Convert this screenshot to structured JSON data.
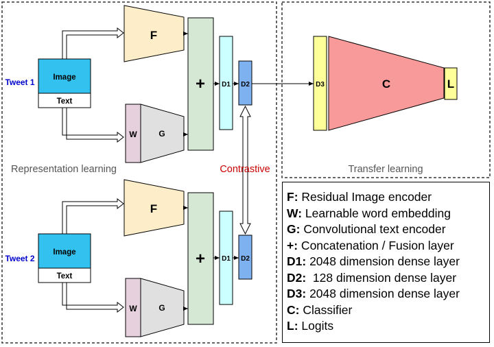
{
  "panels": {
    "representation": "Representation learning",
    "transfer": "Transfer learning"
  },
  "branches": [
    {
      "tweet": "Tweet 1",
      "image": "Image",
      "text": "Text",
      "f": "F",
      "w": "W",
      "g": "G",
      "plus": "+",
      "d1": "D1",
      "d2": "D2"
    },
    {
      "tweet": "Tweet 2",
      "image": "Image",
      "text": "Text",
      "f": "F",
      "w": "W",
      "g": "G",
      "plus": "+",
      "d1": "D1",
      "d2": "D2"
    }
  ],
  "contrastive": "Contrastive",
  "transfer_blocks": {
    "d3": "D3",
    "c": "C",
    "l": "L"
  },
  "legend": [
    {
      "key": "F:",
      "desc": " Residual Image encoder"
    },
    {
      "key": "W:",
      "desc": " Learnable word embedding"
    },
    {
      "key": "G:",
      "desc": " Convolutional text encoder"
    },
    {
      "key": "+:",
      "desc": " Concatenation / Fusion layer"
    },
    {
      "key": "D1:",
      "desc": " 2048 dimension dense layer"
    },
    {
      "key": "D2:",
      "desc": "  128 dimension dense layer"
    },
    {
      "key": "D3:",
      "desc": " 2048 dimension dense layer"
    },
    {
      "key": "C:",
      "desc": " Classifier"
    },
    {
      "key": "L:",
      "desc": " Logits"
    }
  ],
  "colors": {
    "image_box": "#33c2ef",
    "f_block": "#fdeec9",
    "g_block": "#e0e0e0",
    "w_block": "#e6d0de",
    "fusion": "#d5e8d4",
    "d1": "#ccffff",
    "d2": "#7eb1f0",
    "d3": "#ffff99",
    "classifier": "#f8999a",
    "logits": "#ffff99",
    "tweet_label": "#0000cc",
    "contrastive_label": "#cc0000"
  }
}
